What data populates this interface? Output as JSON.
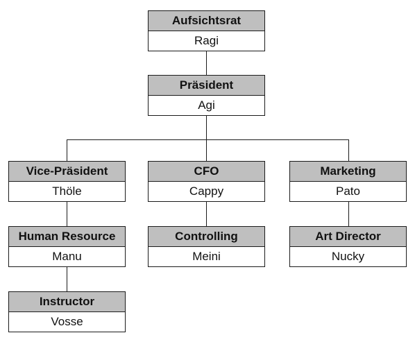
{
  "nodes": {
    "aufsichtsrat": {
      "title": "Aufsichtsrat",
      "name": "Ragi"
    },
    "praesident": {
      "title": "Präsident",
      "name": "Agi"
    },
    "vice_praesident": {
      "title": "Vice-Präsident",
      "name": "Thöle"
    },
    "cfo": {
      "title": "CFO",
      "name": "Cappy"
    },
    "marketing": {
      "title": "Marketing",
      "name": "Pato"
    },
    "human_resource": {
      "title": "Human Resource",
      "name": "Manu"
    },
    "controlling": {
      "title": "Controlling",
      "name": "Meini"
    },
    "art_director": {
      "title": "Art Director",
      "name": "Nucky"
    },
    "instructor": {
      "title": "Instructor",
      "name": "Vosse"
    }
  },
  "colors": {
    "header_fill": "#bfbfbf",
    "border": "#1a1a1a",
    "text": "#111111"
  }
}
